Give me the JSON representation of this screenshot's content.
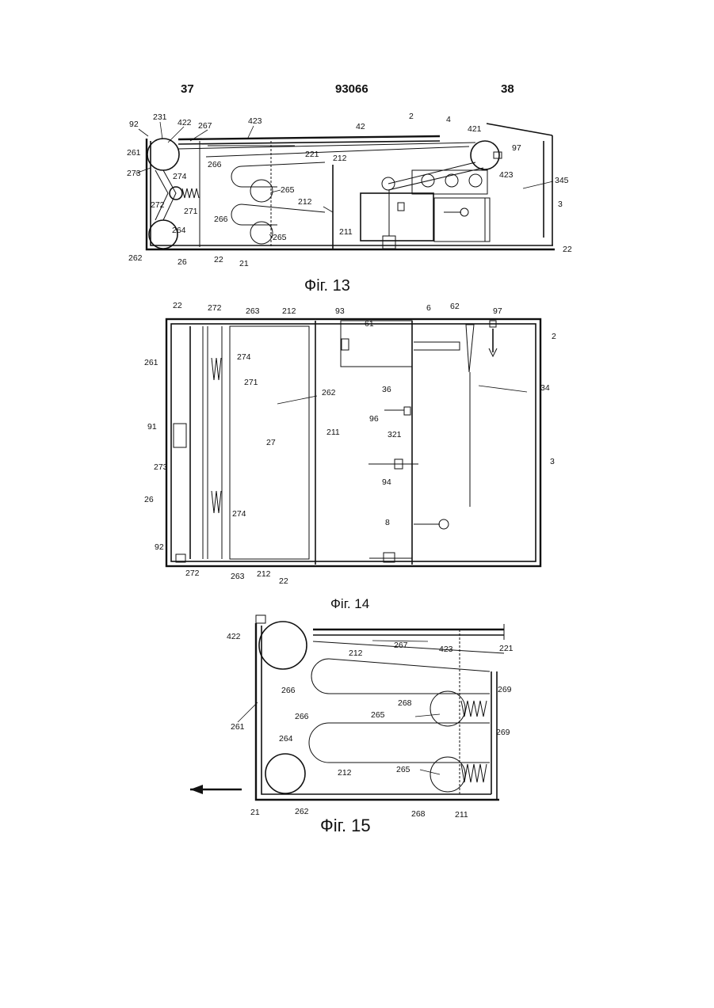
{
  "header": {
    "left_page": "37",
    "patent_number": "93066",
    "right_page": "38"
  },
  "figures": {
    "fig13": {
      "caption": "Фіг. 13",
      "labels": [
        "92",
        "231",
        "422",
        "267",
        "423",
        "42",
        "2",
        "4",
        "421",
        "97",
        "261",
        "273",
        "274",
        "272",
        "271",
        "264",
        "262",
        "26",
        "22",
        "21",
        "266",
        "265",
        "266",
        "265",
        "221",
        "212",
        "212",
        "211",
        "423",
        "345",
        "3",
        "22"
      ]
    },
    "fig14": {
      "caption": "Фіг. 14",
      "labels": [
        "22",
        "272",
        "263",
        "212",
        "93",
        "61",
        "6",
        "62",
        "97",
        "2",
        "261",
        "274",
        "271",
        "262",
        "36",
        "96",
        "34",
        "91",
        "27",
        "211",
        "321",
        "273",
        "94",
        "3",
        "26",
        "274",
        "8",
        "92",
        "272",
        "263",
        "212",
        "22"
      ]
    },
    "fig15": {
      "caption": "Фіг. 15",
      "labels": [
        "422",
        "267",
        "212",
        "423",
        "221",
        "266",
        "268",
        "269",
        "265",
        "261",
        "266",
        "269",
        "264",
        "265",
        "212",
        "21",
        "262",
        "268",
        "211"
      ]
    }
  },
  "colors": {
    "ink": "#111111",
    "paper": "#ffffff"
  }
}
